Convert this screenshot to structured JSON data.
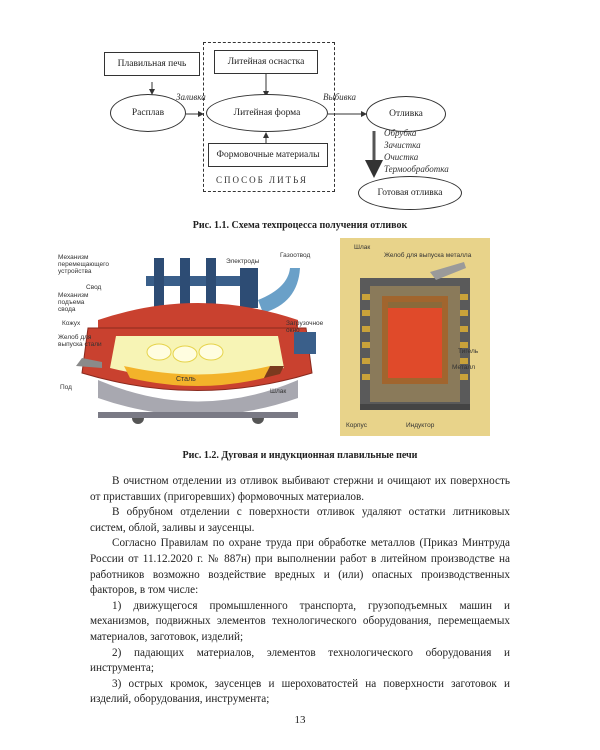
{
  "flowchart": {
    "melting_furnace": "Плавильная печь",
    "melt": "Расплав",
    "pouring": "Заливка",
    "foundry_tooling": "Литейная оснастка",
    "mold": "Литейная форма",
    "molding_materials": "Формовочные материалы",
    "method": "СПОСОБ ЛИТЬЯ",
    "knockout": "Выбивка",
    "casting": "Отливка",
    "steps": [
      "Обрубка",
      "Зачистка",
      "Очистка",
      "Термообработка"
    ],
    "finished_casting": "Готовая отливка"
  },
  "caption1": "Рис. 1.1. Схема техпроцесса получения отливок",
  "arc_furnace": {
    "electrode_lift": "Механизм перемещающего устройства",
    "electrodes": "Электроды",
    "flue": "Газоотвод",
    "roof": "Свод",
    "roof_lift": "Механизм подъема свода",
    "shell": "Кожух",
    "loading_window": "Загрузочное окно",
    "tap_spout": "Желоб для выпуска стали",
    "steel": "Сталь",
    "floor": "Под",
    "slag": "Шлак"
  },
  "induction_furnace": {
    "slag": "Шлак",
    "spout": "Желоб для выпуска металла",
    "crucible": "Тигель",
    "metal": "Металл",
    "body": "Корпус",
    "inductor": "Индуктор"
  },
  "caption2": "Рис. 1.2. Дуговая и индукционная плавильные печи",
  "paragraphs": [
    "В очистном отделении из отливок выбивают стержни и очищают их поверхность от приставших (пригоревших) формовочных материалов.",
    "В обрубном отделении с поверхности отливок удаляют остатки литниковых систем, облой, заливы и заусенцы.",
    "Согласно Правилам по охране труда при обработке металлов (Приказ Минтруда России от 11.12.2020 г. № 887н) при выполнении работ в литейном производстве на работников возможно воздействие вредных и (или) опасных производственных факторов, в том числе:",
    "1) движущегося промышленного транспорта, грузоподъемных машин и механизмов, подвижных элементов технологического оборудования, перемещаемых материалов, заготовок, изделий;",
    "2) падающих материалов, элементов технологического оборудования и инструмента;",
    "3) острых кромок, заусенцев и шероховатостей на поверхности заготовок и изделий, оборудования, инструмента;"
  ],
  "page_number": "13"
}
